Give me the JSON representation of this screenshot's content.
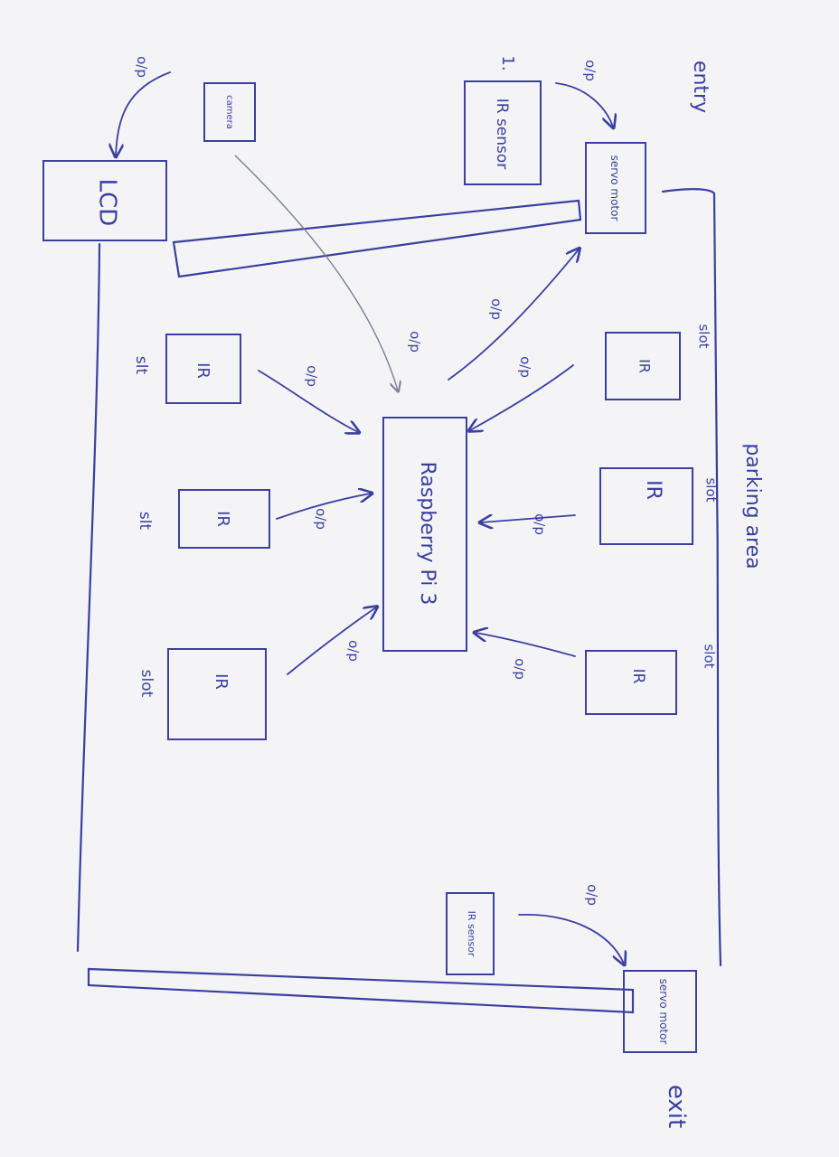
{
  "labels": {
    "entry": "entry",
    "exit": "exit",
    "parking_area": "parking area",
    "raspberry": "Raspberry Pi 3",
    "lcd": "LCD",
    "camera": "camera",
    "entry_ir_number": "1.",
    "entry_ir_sensor": "IR sensor",
    "exit_ir_sensor": "IR sensor",
    "servo_entry": "servo motor",
    "servo_exit": "servo motor",
    "op": "o/p",
    "ip": "o/p",
    "slot_1": "slot",
    "slot_2": "slot",
    "slot_3": "slot",
    "slot_4": "slt",
    "slot_5": "slt",
    "slot_6": "slot",
    "ir": "IR"
  },
  "colors": {
    "ink": "#3a3fa0",
    "paper": "#f4f4f6",
    "pencil": "#7a7e96"
  }
}
